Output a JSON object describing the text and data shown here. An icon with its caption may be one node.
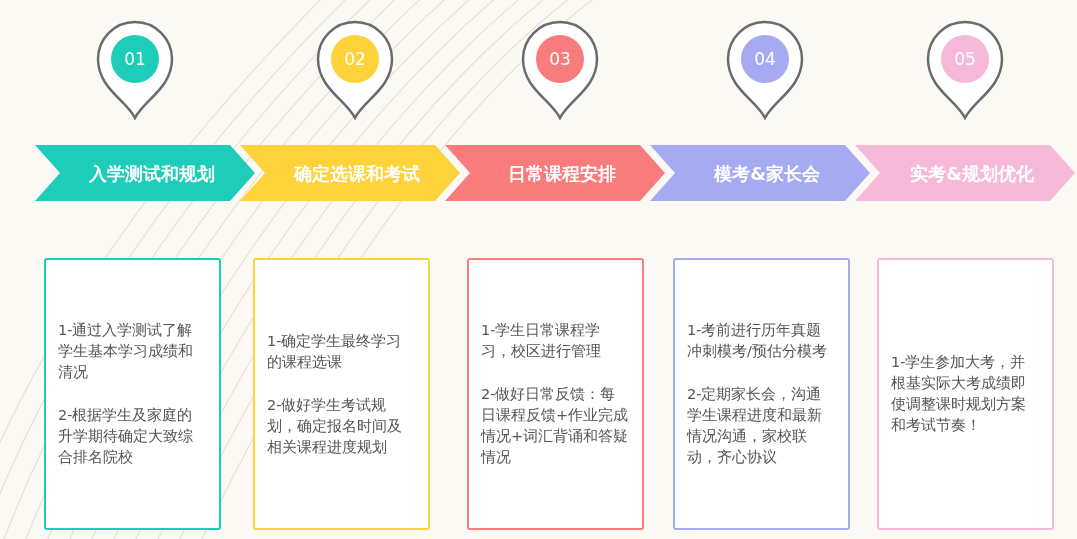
{
  "diagram": {
    "nodes": [
      {
        "text": [
          "01"
        ]
      },
      {
        "text": [
          "入学测试和规划"
        ]
      },
      {
        "text": [
          "1-通过入学测试了解学生基本学习成绩和清况",
          "2-根据学生及家庭的升学期待确定大致综合排名院校"
        ]
      },
      {
        "text": [
          "02"
        ]
      },
      {
        "text": [
          "确定选课和考试"
        ]
      },
      {
        "text": [
          "1-确定学生最终学习的课程选课",
          "2-做好学生考试规划，确定报名时间及相关课程进度规划"
        ]
      },
      {
        "text": [
          "03"
        ]
      },
      {
        "text": [
          "日常课程安排"
        ]
      },
      {
        "text": [
          "1-学生日常课程学习，校区进行管理",
          "2-做好日常反馈：每日课程反馈+作业完成情况+词汇背诵和答疑情况"
        ]
      },
      {
        "text": [
          "04"
        ]
      },
      {
        "text": [
          "模考&家长会"
        ]
      },
      {
        "text": [
          "1-考前进行历年真题冲刺模考/预估分模考",
          "2-定期家长会，沟通学生课程进度和最新情况沟通，家校联动，齐心协议"
        ]
      },
      {
        "text": [
          "05"
        ]
      },
      {
        "text": [
          "实考&规划优化"
        ]
      },
      {
        "text": [
          "1-学生参加大考，并根基实际大考成绩即使调整课时规划方案和考试节奏！"
        ]
      }
    ]
  }
}
